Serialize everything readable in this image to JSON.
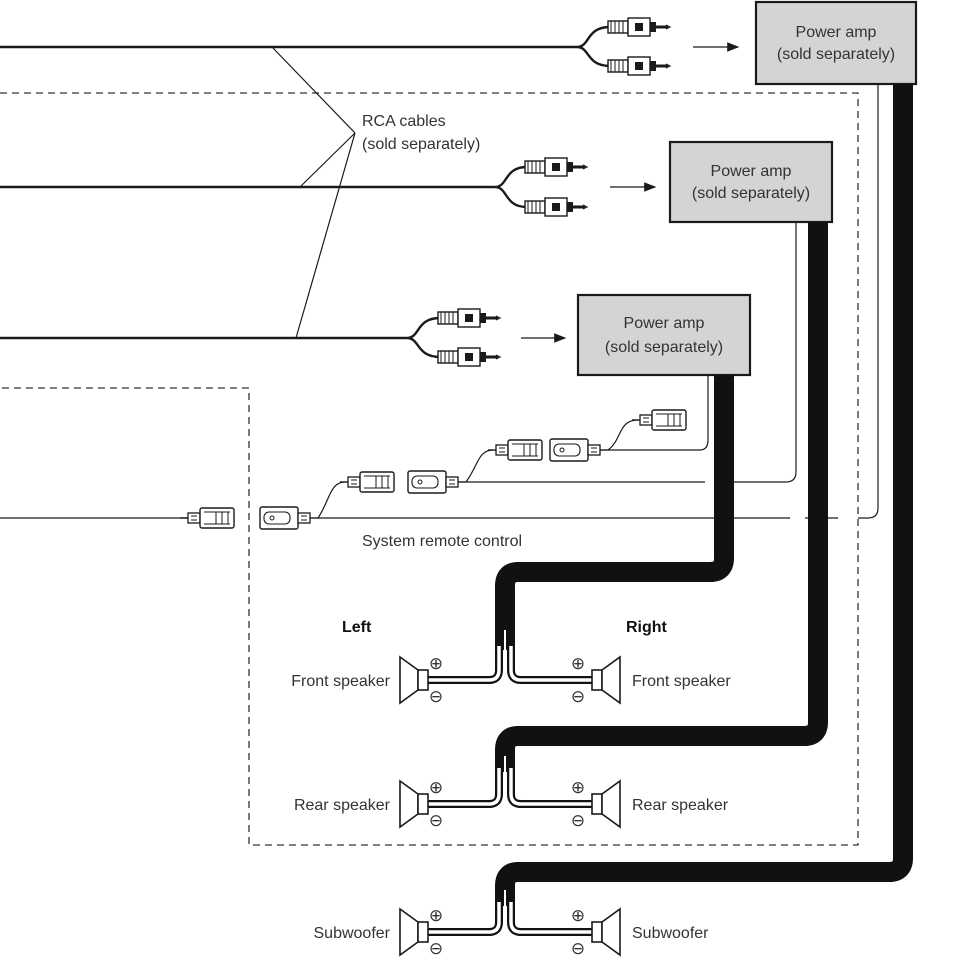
{
  "power_amps": [
    {
      "title": "Power amp",
      "subtitle": "(sold separately)"
    },
    {
      "title": "Power amp",
      "subtitle": "(sold separately)"
    },
    {
      "title": "Power amp",
      "subtitle": "(sold separately)"
    }
  ],
  "rca_label": {
    "line1": "RCA cables",
    "line2": "(sold separately)"
  },
  "system_remote_label": "System remote control",
  "side_labels": {
    "left": "Left",
    "right": "Right"
  },
  "speakers": {
    "front_left": "Front speaker",
    "front_right": "Front speaker",
    "rear_left": "Rear speaker",
    "rear_right": "Rear speaker",
    "sub_left": "Subwoofer",
    "sub_right": "Subwoofer"
  },
  "polarity": {
    "positive": "⊕",
    "negative": "⊖"
  }
}
